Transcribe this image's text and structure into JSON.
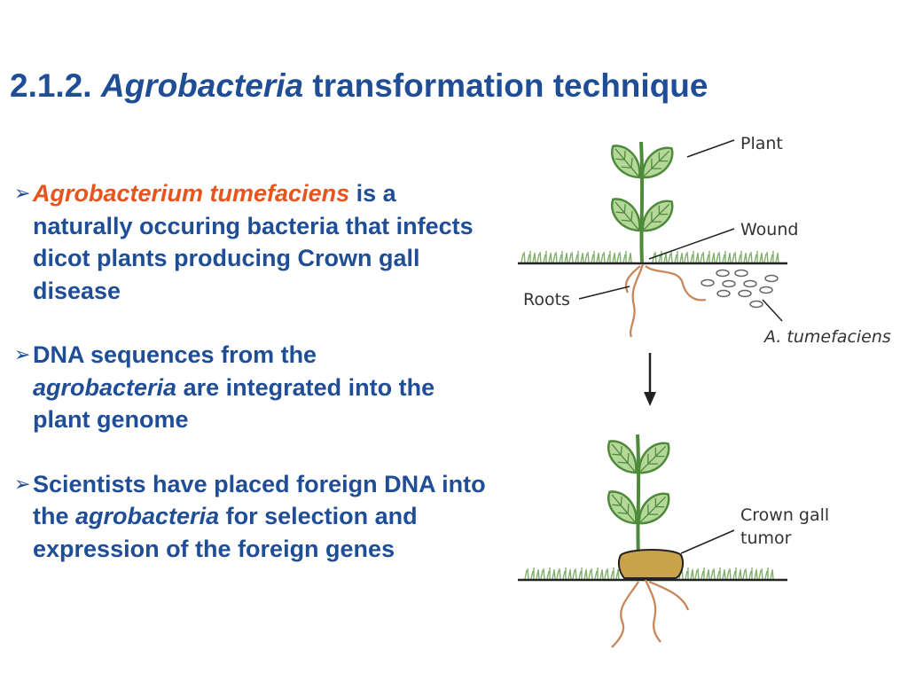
{
  "title": {
    "number": "2.1.2.",
    "italic": "Agrobacteria",
    "rest": "transformation technique"
  },
  "bullets": [
    {
      "marker": "➢",
      "highlight": "Agrobacterium tumefaciens",
      "text1": " is a naturally occuring bacteria that infects dicot plants producing Crown gall disease"
    },
    {
      "marker": "➢",
      "text1": "DNA sequences from the ",
      "italic": "agrobacteria",
      "text2": " are integrated into the plant genome"
    },
    {
      "marker": "➢",
      "text1": "Scientists have placed foreign DNA  into the ",
      "italic": "agrobacteria",
      "text2": " for selection and expression of the foreign genes"
    }
  ],
  "figure": {
    "labels": {
      "plant": "Plant",
      "wound": "Wound",
      "roots": "Roots",
      "bacteria": "A. tumefaciens",
      "gall": "Crown gall",
      "gall2": "tumor"
    },
    "colors": {
      "leaf": "#b6d79a",
      "leaf_edge": "#4d8a3a",
      "root": "#c7875a",
      "gall": "#c9a24a"
    }
  }
}
